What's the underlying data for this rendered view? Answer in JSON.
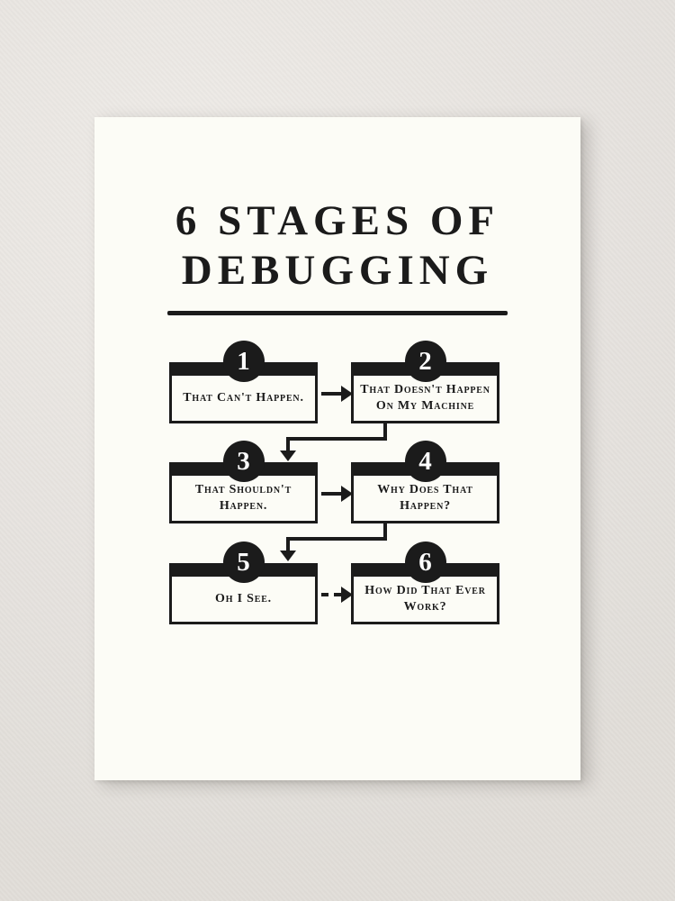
{
  "poster": {
    "title_line1": "6 Stages Of",
    "title_line2": "Debugging"
  },
  "stages": [
    {
      "number": "1",
      "text": "That Can't Happen."
    },
    {
      "number": "2",
      "text": "That Doesn't Happen On My Machine"
    },
    {
      "number": "3",
      "text": "That Shouldn't Happen."
    },
    {
      "number": "4",
      "text": "Why Does That Happen?"
    },
    {
      "number": "5",
      "text": "Oh I See."
    },
    {
      "number": "6",
      "text": "How Did That Ever Work?"
    }
  ],
  "icons": {
    "arrow_right": "solid right-pointing flow arrow",
    "arrow_right_dashed": "dashed right-pointing flow arrow",
    "arrow_down": "elbow connector with down-pointing arrow"
  },
  "colors": {
    "ink": "#1b1b1b",
    "paper": "#fcfcf6",
    "wall": "#e8e4df"
  }
}
